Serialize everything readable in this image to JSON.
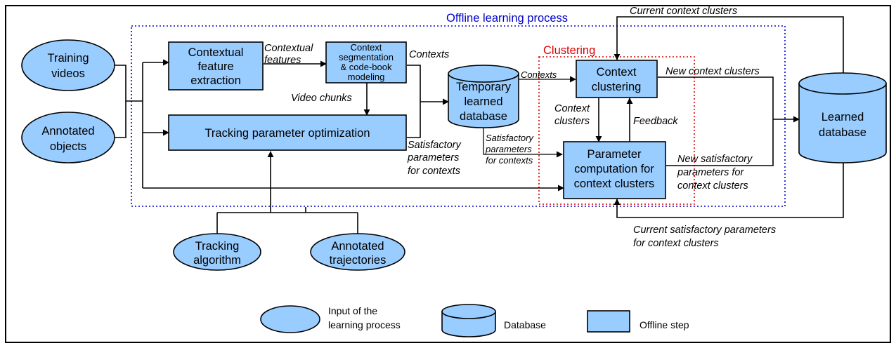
{
  "regions": {
    "offline": {
      "title": "Offline learning process",
      "color": "#0000cc"
    },
    "clustering": {
      "title": "Clustering",
      "color": "#dd0000"
    }
  },
  "inputs": {
    "training_videos": [
      "Training",
      "videos"
    ],
    "annotated_objects": [
      "Annotated",
      "objects"
    ],
    "tracking_algorithm": [
      "Tracking",
      "algorithm"
    ],
    "annotated_trajectories": [
      "Annotated",
      "trajectories"
    ]
  },
  "steps": {
    "contextual_feature_extraction": [
      "Contextual",
      "feature",
      "extraction"
    ],
    "context_segmentation": [
      "Context",
      "segmentation",
      "& code-book",
      "modeling"
    ],
    "tracking_parameter_optimization": [
      "Tracking parameter optimization"
    ],
    "context_clustering": [
      "Context",
      "clustering"
    ],
    "parameter_computation": [
      "Parameter",
      "computation for",
      "context clusters"
    ]
  },
  "databases": {
    "temporary": [
      "Temporary",
      "learned",
      "database"
    ],
    "learned": [
      "Learned",
      "database"
    ]
  },
  "edge_labels": {
    "contextual_features": [
      "Contextual",
      "features"
    ],
    "contexts_top": [
      "Contexts"
    ],
    "video_chunks": [
      "Video chunks"
    ],
    "contexts_mid": [
      "Contexts"
    ],
    "satisfactory_params_contexts": [
      "Satisfactory",
      "parameters",
      "for contexts"
    ],
    "satisfactory_params_contexts_2": [
      "Satisfactory",
      "parameters",
      "for contexts"
    ],
    "context_clusters": [
      "Context",
      "clusters"
    ],
    "feedback": [
      "Feedback"
    ],
    "new_context_clusters": [
      "New context clusters"
    ],
    "new_satisfactory": [
      "New satisfactory",
      "parameters for",
      "context clusters"
    ],
    "current_context_clusters": [
      "Current context clusters"
    ],
    "current_satisfactory": [
      "Current satisfactory parameters",
      "for context clusters"
    ]
  },
  "legend": {
    "input": [
      "Input of the",
      "learning process"
    ],
    "database": [
      "Database"
    ],
    "step": [
      "Offline step"
    ]
  }
}
